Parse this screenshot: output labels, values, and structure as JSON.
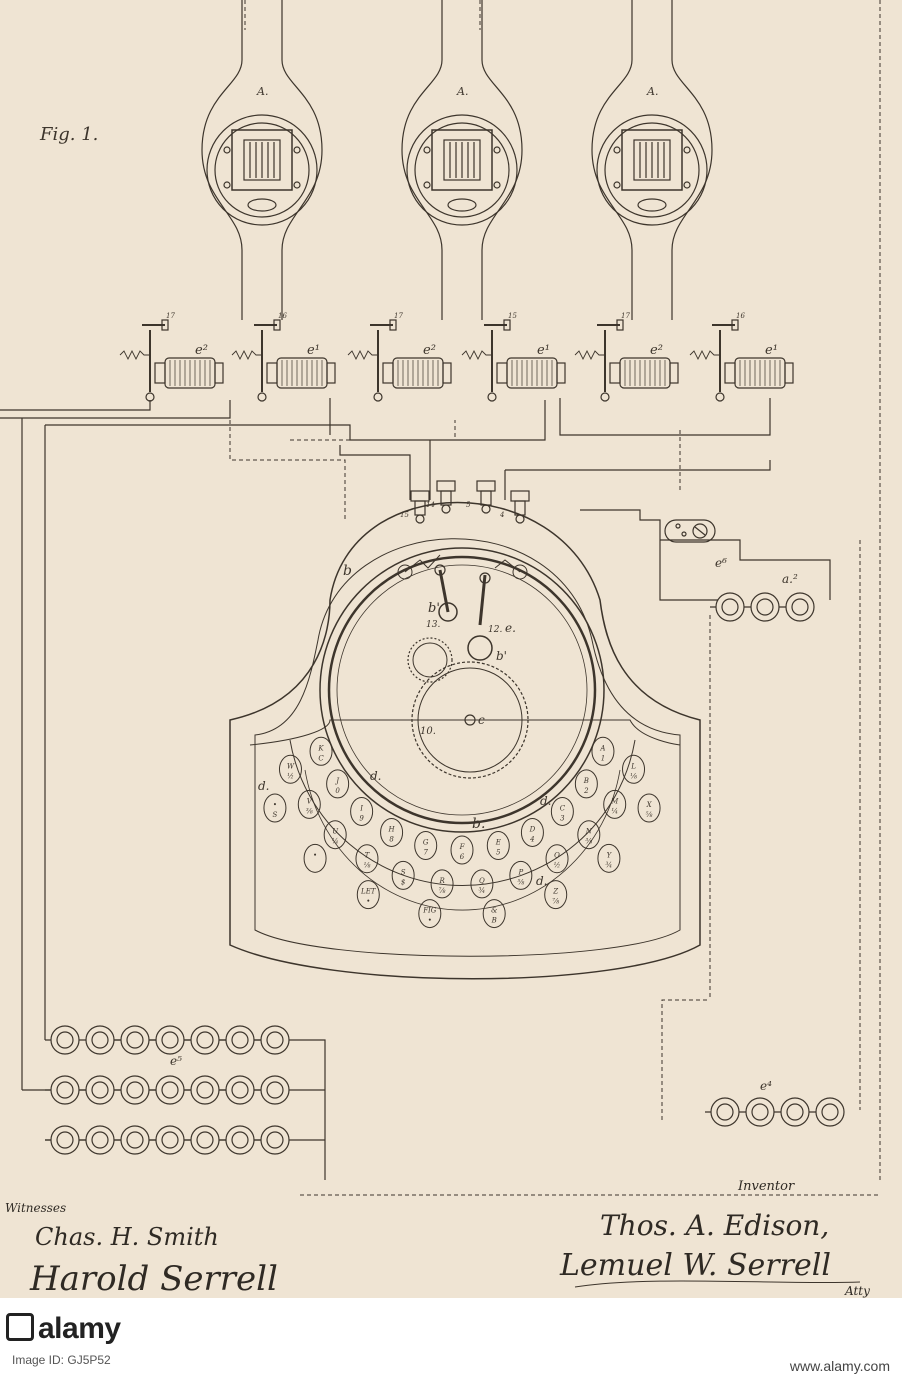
{
  "figure": {
    "title": "Fig. 1.",
    "instrument_label": "A.",
    "magnet_labels": [
      "e²",
      "e¹",
      "e²",
      "e¹",
      "e²",
      "e¹"
    ],
    "terminal_numbers": [
      "17",
      "16",
      "17",
      "15",
      "17",
      "16"
    ],
    "transmitter_labels": {
      "case_top": "b",
      "case_bottom": "b.",
      "wheel_e": "e.",
      "gear_b": "b'",
      "gear_b2": "b'",
      "center": "c",
      "gear_num": "10.",
      "key_d1": "d.",
      "key_d2": "d.",
      "key_d3": "d.",
      "key_d4": "d."
    },
    "post_numbers": [
      "15",
      "14",
      "5",
      "4"
    ],
    "inner_numbers": [
      "13.",
      "12."
    ],
    "switch_label": "e⁶",
    "battery_labels": {
      "a2": "a.²",
      "e5": "e⁵",
      "e4": "e⁴"
    },
    "keys": [
      {
        "top": "A",
        "bottom": "1"
      },
      {
        "top": "B",
        "bottom": "2"
      },
      {
        "top": "C",
        "bottom": "3"
      },
      {
        "top": "D",
        "bottom": "4"
      },
      {
        "top": "E",
        "bottom": "5"
      },
      {
        "top": "F",
        "bottom": "6"
      },
      {
        "top": "G",
        "bottom": "7"
      },
      {
        "top": "H",
        "bottom": "8"
      },
      {
        "top": "I",
        "bottom": "9"
      },
      {
        "top": "J",
        "bottom": "0"
      },
      {
        "top": "K",
        "bottom": "C"
      },
      {
        "top": "L",
        "bottom": "⅛"
      },
      {
        "top": "M",
        "bottom": "¼"
      },
      {
        "top": "N",
        "bottom": "⅜"
      },
      {
        "top": "O",
        "bottom": "½"
      },
      {
        "top": "P",
        "bottom": "⅝"
      },
      {
        "top": "Q",
        "bottom": "¾"
      },
      {
        "top": "R",
        "bottom": "⅞"
      },
      {
        "top": "S",
        "bottom": "$"
      },
      {
        "top": "T",
        "bottom": "⅛"
      },
      {
        "top": "U",
        "bottom": "¼"
      },
      {
        "top": "V",
        "bottom": "⅜"
      },
      {
        "top": "W",
        "bottom": "½"
      },
      {
        "top": "X",
        "bottom": "⅝"
      },
      {
        "top": "Y",
        "bottom": "¾"
      },
      {
        "top": "Z",
        "bottom": "⅞"
      },
      {
        "top": "&",
        "bottom": "B"
      },
      {
        "top": "FIG",
        "bottom": "•"
      },
      {
        "top": "LET",
        "bottom": "•"
      },
      {
        "top": "•",
        "bottom": ""
      },
      {
        "top": "•",
        "bottom": "S"
      }
    ]
  },
  "signatures": {
    "witnesses_heading": "Witnesses",
    "witness_1": "Chas. H. Smith",
    "witness_2": "Harold Serrell",
    "inventor_heading": "Inventor",
    "inventor": "Thos. A. Edison,",
    "attorney": "Lemuel W. Serrell",
    "attorney_suffix": "Atty"
  },
  "footer": {
    "logo": "alamy",
    "stock_id": "Image ID: GJ5P52",
    "site": "www.alamy.com"
  },
  "colors": {
    "paper": "#efe4d3",
    "ink": "#3d352c",
    "footer_bg": "#ffffff"
  }
}
